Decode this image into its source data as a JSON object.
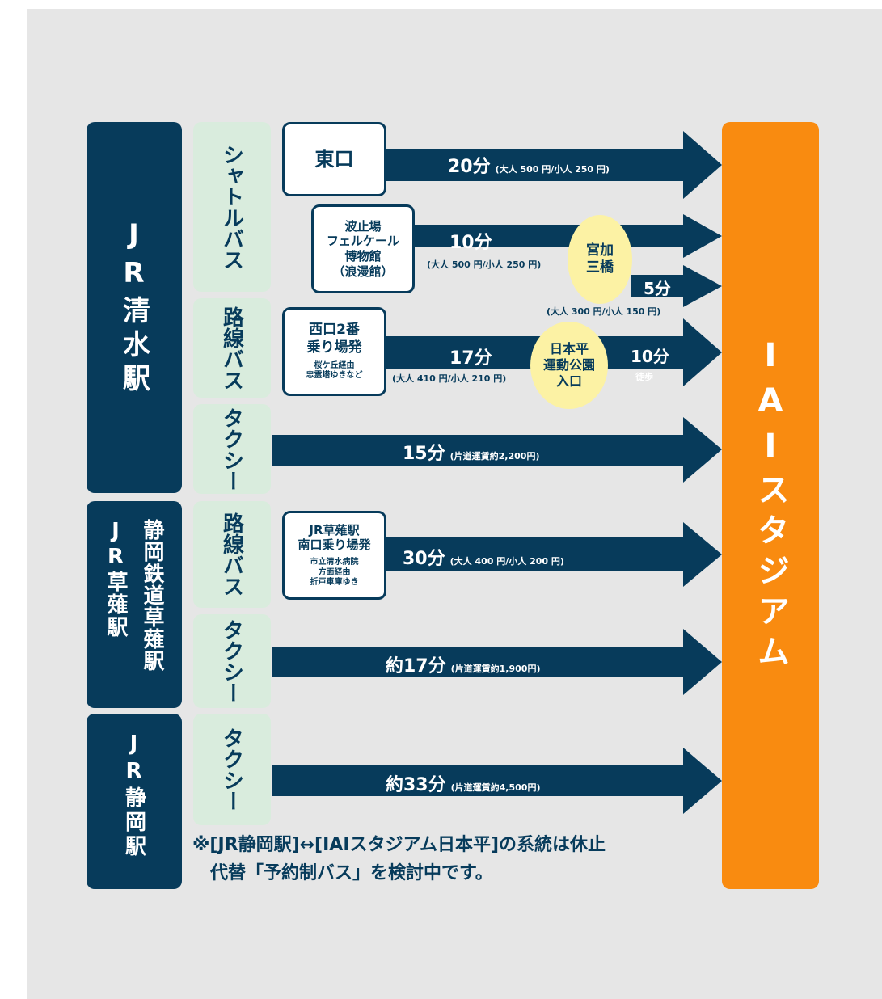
{
  "stations": {
    "shimizu": "JR清水駅",
    "kusanagi_main": "JR草薙駅",
    "kusanagi_sub": "静岡鉄道草薙駅",
    "shizuoka": "JR静岡駅"
  },
  "stadium": "IAIスタジアム",
  "modes": {
    "shuttle": "シャトルバス",
    "route_bus_1": "路線バス",
    "taxi_1": "タクシー",
    "route_bus_2": "路線バス",
    "taxi_2": "タクシー",
    "taxi_3": "タクシー"
  },
  "routes": {
    "east_exit": {
      "stop": "東口",
      "time": "20分",
      "fare": "(大人 500 円/小人 250 円)"
    },
    "hatoba": {
      "stop_lines": [
        "波止場",
        "フェルケール",
        "博物館",
        "（浪漫館）"
      ],
      "time": "10分",
      "fare": "(大人 500 円/小人 250 円)",
      "transfer": [
        "宮加",
        "三橋"
      ],
      "time2": "5分",
      "fare2": "(大人 300 円/小人 150 円)"
    },
    "west_exit": {
      "stop_lines": [
        "西口2番",
        "乗り場発"
      ],
      "via_lines": [
        "桜ケ丘経由",
        "忠霊塔ゆきなど"
      ],
      "time": "17分",
      "fare": "(大人 410 円/小人 210 円)",
      "transfer": [
        "日本平",
        "運動公園",
        "入口"
      ],
      "time2": "10分",
      "walk": "徒歩"
    },
    "taxi_shimizu": {
      "time": "15分",
      "fare": "(片道運賃約2,200円)"
    },
    "kusanagi_bus": {
      "stop_lines": [
        "JR草薙駅",
        "南口乗り場発"
      ],
      "via_lines": [
        "市立清水病院",
        "方面経由",
        "折戸車庫ゆき"
      ],
      "time": "30分",
      "fare": "(大人 400 円/小人 200 円)"
    },
    "taxi_kusanagi": {
      "time": "約17分",
      "fare": "(片道運賃約1,900円)"
    },
    "taxi_shizuoka": {
      "time": "約33分",
      "fare": "(片道運賃約4,500円)"
    }
  },
  "note": {
    "line1": "※[JR静岡駅]↔[IAIスタジアム日本平]の系統は休止",
    "line2": "代替「予約制バス」を検討中です。"
  },
  "colors": {
    "navy": "#073b5b",
    "orange": "#f98b10",
    "mint": "#d9ecdd",
    "yellow": "#fcf2a4",
    "panel": "#e6e6e6"
  }
}
